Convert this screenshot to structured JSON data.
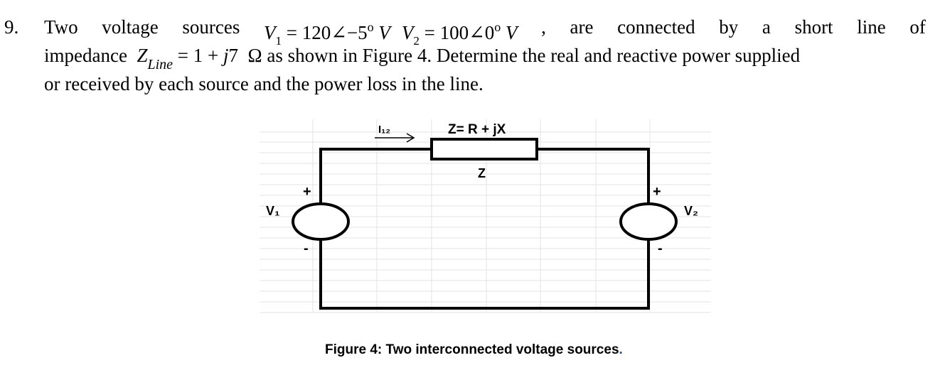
{
  "problem": {
    "number": "9.",
    "line1": {
      "w1": "Two",
      "w2": "voltage",
      "w3": "sources",
      "v1_sym": "V",
      "v1_sub": "1",
      "v1_eq": "= 120∠−5",
      "v1_deg": "o",
      "v1_unit": "V",
      "v2_sym": "V",
      "v2_sub": "2",
      "v2_eq": "= 100∠0",
      "v2_deg": "o",
      "v2_unit": "V",
      "comma": ",",
      "w4": "are",
      "w5": "connected",
      "w6": "by",
      "w7": "a",
      "w8": "short",
      "w9": "line",
      "w10": "of"
    },
    "line2": {
      "w1": "impedance",
      "z_sym": "Z",
      "z_sub": "Line",
      "eq": "= 1 + ",
      "j": "j",
      "seven": "7",
      "ohm": "Ω",
      "rest": "as shown in Figure 4. Determine the real and reactive power supplied"
    },
    "line3": "or received by each source and the power loss in the line."
  },
  "figure": {
    "current_label": "I₁₂",
    "impedance_formula": "Z= R + jX",
    "impedance_label": "Z",
    "source1_label": "V₁",
    "source2_label": "V₂",
    "plus": "+",
    "minus": "-",
    "caption": "Figure 4: Two interconnected voltage sources",
    "caption_period": ".",
    "caption_period_color": "#1f4e9c"
  }
}
